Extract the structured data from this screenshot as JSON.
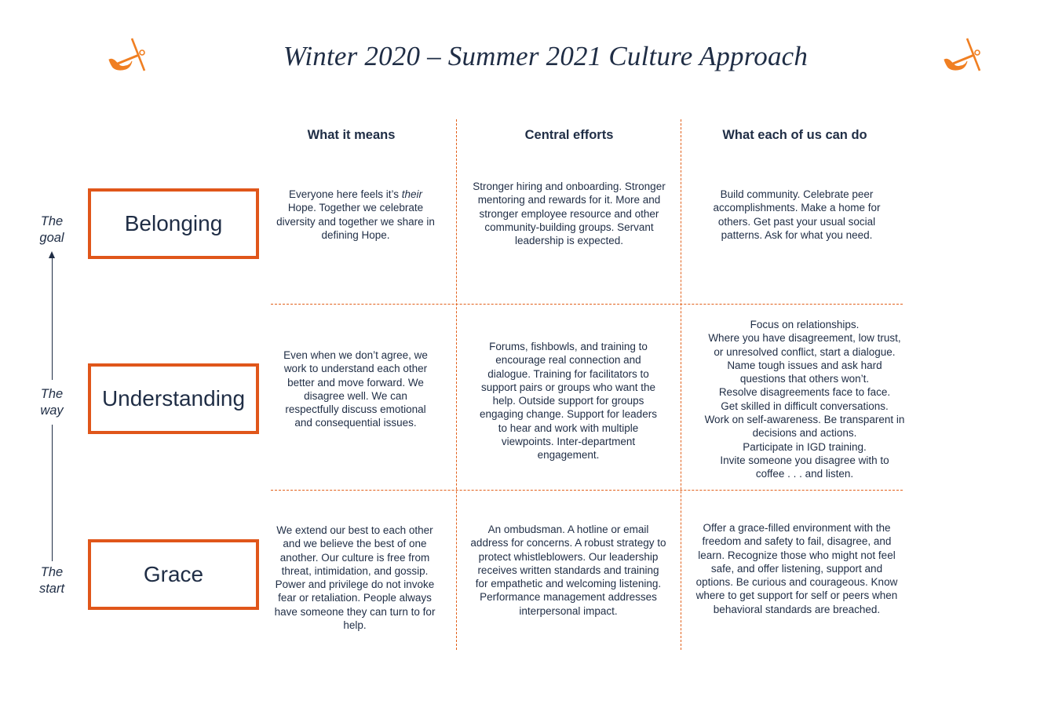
{
  "title": "Winter 2020 – Summer 2021 Culture Approach",
  "colors": {
    "accent": "#e0561a",
    "text": "#1f2d45",
    "logo": "#f07f22"
  },
  "icons": {
    "left": "anchor-icon",
    "right": "anchor-icon"
  },
  "columns": [
    "What it means",
    "Central efforts",
    "What each of us can do"
  ],
  "axis": {
    "labels": [
      {
        "line1": "The",
        "line2": "goal"
      },
      {
        "line1": "The",
        "line2": "way"
      },
      {
        "line1": "The",
        "line2": "start"
      }
    ]
  },
  "rows": [
    {
      "name": "Belonging",
      "means_pre": "Everyone here feels it’s ",
      "means_em": "their",
      "means_post": " Hope. Together we celebrate diversity and together we share in defining Hope.",
      "efforts": "Stronger hiring and onboarding. Stronger mentoring and rewards for it. More and stronger employee resource and other community-building groups. Servant leadership is expected.",
      "each": "Build community. Celebrate peer accomplishments. Make a home for others. Get past your usual social patterns. Ask for what you need."
    },
    {
      "name": "Understanding",
      "means": "Even when we don’t agree, we work to understand each other better and move forward. We disagree well. We can respectfully discuss emotional and consequential issues.",
      "efforts": "Forums, fishbowls, and training to encourage real connection and dialogue. Training for facilitators to support pairs or groups who want the help. Outside support for groups engaging change. Support for leaders to hear and work with multiple viewpoints. Inter-department engagement.",
      "each_lines": [
        "Focus on relationships.",
        "Where you have disagreement, low trust, or unresolved conflict, start a dialogue. Name tough issues and ask hard questions that others won’t.",
        "Resolve disagreements face to face.",
        "Get skilled in difficult conversations.",
        "Work on self-awareness. Be transparent in decisions and actions.",
        "Participate in IGD training.",
        "Invite someone you disagree with to coffee . . . and listen."
      ]
    },
    {
      "name": "Grace",
      "means": "We extend our best to each other and we believe the best of one another. Our culture is free from threat, intimidation, and gossip. Power and privilege do not invoke fear or retaliation. People always have someone they can turn to for help.",
      "efforts": "An ombudsman. A hotline or email address for concerns. A robust strategy to protect whistleblowers. Our leadership receives written standards and training for empathetic and welcoming listening. Performance management addresses interpersonal impact.",
      "each": "Offer a grace-filled environment with the freedom and safety to fail, disagree, and learn. Recognize those who might not feel safe, and offer listening, support and options. Be curious and courageous. Know where to get support for self or peers when behavioral standards are breached."
    }
  ]
}
